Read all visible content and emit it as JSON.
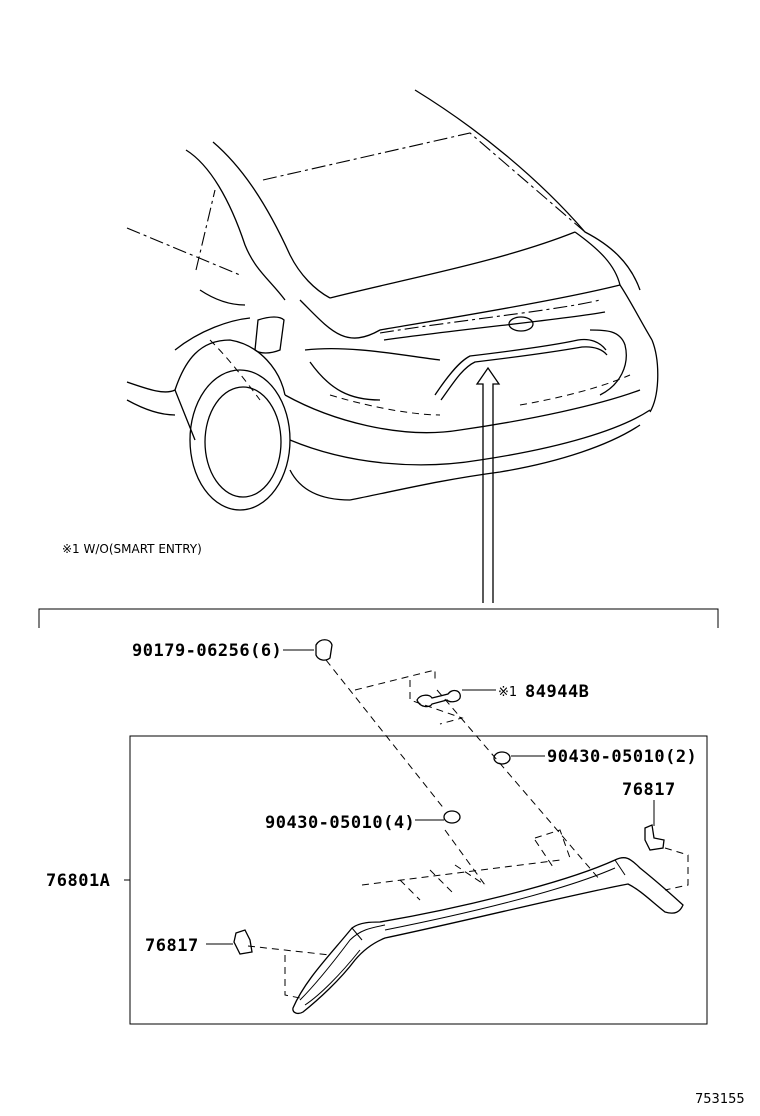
{
  "note": "※1 W/O(SMART ENTRY)",
  "figure_id": "753155",
  "labels": {
    "p90179": "90179-06256(6)",
    "p84944": "84944B",
    "p84944_prefix": "※1",
    "p90430_2": "90430-05010(2)",
    "p76817_right": "76817",
    "p90430_4": "90430-05010(4)",
    "p76801": "76801A",
    "p76817_left": "76817"
  }
}
